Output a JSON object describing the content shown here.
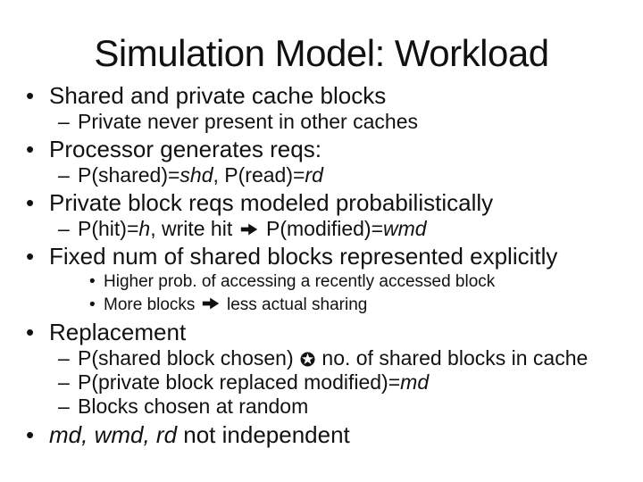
{
  "slide": {
    "title": "Simulation Model: Workload",
    "colors": {
      "background": "#ffffff",
      "text": "#111111"
    },
    "bullets": [
      {
        "level": 1,
        "marker": "•",
        "segments": [
          {
            "t": "Shared and private cache blocks"
          }
        ]
      },
      {
        "level": 2,
        "marker": "–",
        "segments": [
          {
            "t": "Private never present in other caches"
          }
        ]
      },
      {
        "level": 1,
        "marker": "•",
        "segments": [
          {
            "t": "Processor generates reqs:"
          }
        ]
      },
      {
        "level": 2,
        "marker": "–",
        "segments": [
          {
            "t": "P(shared)="
          },
          {
            "t": "shd",
            "i": true
          },
          {
            "t": ", P(read)="
          },
          {
            "t": "rd",
            "i": true
          }
        ]
      },
      {
        "level": 1,
        "marker": "•",
        "segments": [
          {
            "t": "Private block reqs modeled probabilistically"
          }
        ]
      },
      {
        "level": 2,
        "marker": "–",
        "segments": [
          {
            "t": "P(hit)="
          },
          {
            "t": "h",
            "i": true
          },
          {
            "t": ", write hit"
          },
          {
            "t": "➔",
            "icon": "arrow-right-icon"
          },
          {
            "t": "P(modified)="
          },
          {
            "t": "wmd",
            "i": true
          }
        ]
      },
      {
        "level": 1,
        "marker": "•",
        "segments": [
          {
            "t": "Fixed num of shared blocks represented explicitly"
          }
        ]
      },
      {
        "level": 3,
        "marker": "•",
        "segments": [
          {
            "t": "Higher prob. of accessing a recently accessed block"
          }
        ]
      },
      {
        "level": 3,
        "marker": "•",
        "segments": [
          {
            "t": "More blocks"
          },
          {
            "t": "➔",
            "icon": "arrow-right-icon"
          },
          {
            "t": "less actual sharing"
          }
        ]
      },
      {
        "level": 1,
        "marker": "•",
        "segments": [
          {
            "t": "Replacement"
          }
        ]
      },
      {
        "level": 2,
        "marker": "–",
        "segments": [
          {
            "t": "P(shared block chosen)"
          },
          {
            "t": "✪",
            "icon": "star-circle-icon"
          },
          {
            "t": " no. of shared blocks in cache"
          }
        ]
      },
      {
        "level": 2,
        "marker": "–",
        "segments": [
          {
            "t": "P(private block replaced modified)="
          },
          {
            "t": "md",
            "i": true
          }
        ]
      },
      {
        "level": 2,
        "marker": "–",
        "segments": [
          {
            "t": "Blocks chosen at random"
          }
        ]
      },
      {
        "level": 1,
        "marker": "•",
        "segments": [
          {
            "t": "md, wmd, rd",
            "i": true
          },
          {
            "t": " not independent"
          }
        ]
      }
    ]
  }
}
